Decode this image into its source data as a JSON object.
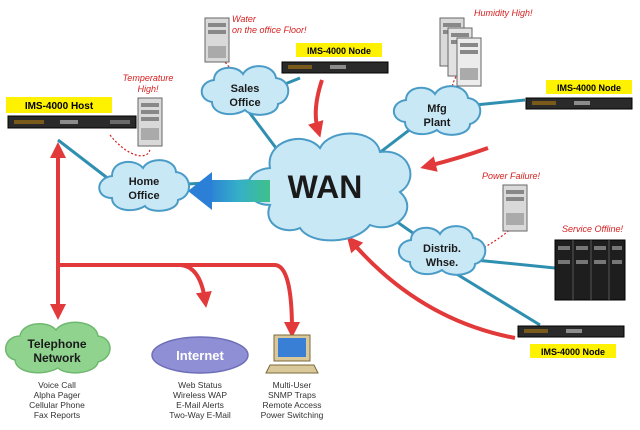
{
  "wan": {
    "label": "WAN"
  },
  "sites": {
    "home_office": [
      "Home",
      "Office"
    ],
    "sales_office": [
      "Sales",
      "Office"
    ],
    "mfg_plant": [
      "Mfg",
      "Plant"
    ],
    "distrib_whse": [
      "Distrib.",
      "Whse."
    ]
  },
  "nodes": {
    "host": "IMS-4000 Host",
    "sales_node": "IMS-4000 Node",
    "mfg_node": "IMS-4000 Node",
    "distrib_node": "IMS-4000 Node"
  },
  "alerts": {
    "temperature": [
      "Temperature",
      "High!"
    ],
    "water": [
      "Water",
      "on the office Floor!"
    ],
    "humidity": "Humidity High!",
    "power": "Power Failure!",
    "service": "Service Offline!"
  },
  "outputs": {
    "telephone": {
      "title": [
        "Telephone",
        "Network"
      ],
      "items": [
        "Voice Call",
        "Alpha Pager",
        "Cellular Phone",
        "Fax Reports"
      ]
    },
    "internet": {
      "title": "Internet",
      "items": [
        "Web Status",
        "Wireless WAP",
        "E-Mail Alerts",
        "Two-Way E-Mail"
      ]
    },
    "computer": {
      "items": [
        "Multi-User",
        "SNMP Traps",
        "Remote Access",
        "Power Switching"
      ]
    }
  },
  "colors": {
    "cloud_fill": "#c9e8f6",
    "cloud_stroke": "#4a9cc7",
    "link": "#2f8fb0",
    "arrow": "#e23a3a",
    "alert_text": "#d62020",
    "node_label_bg": "#fff200",
    "telephone_cloud": "#8fd38f",
    "internet_ellipse": "#8f8fd6"
  }
}
